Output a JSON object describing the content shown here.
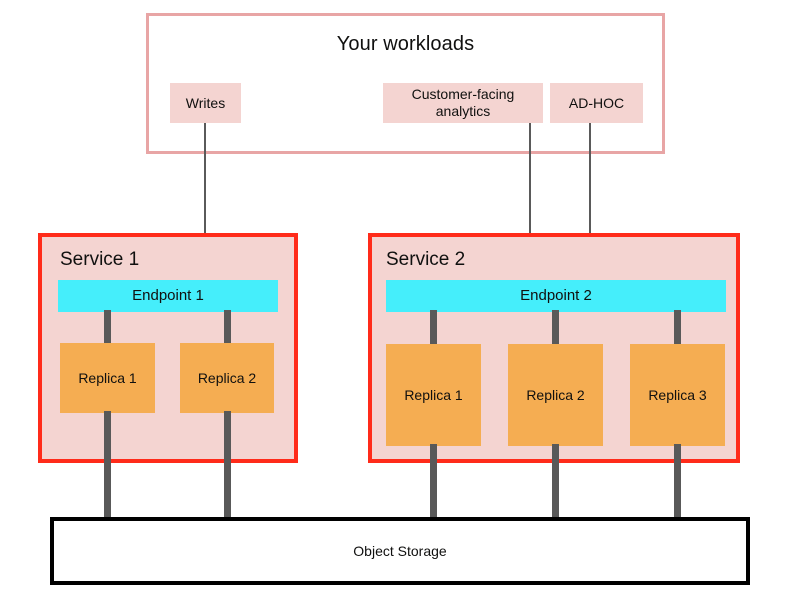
{
  "diagram": {
    "title": "Your workloads",
    "colors": {
      "workloads_border": "#e8a5a5",
      "workload_box_fill": "#f4d4d1",
      "service_border": "#ff2b1a",
      "service_fill": "#f4d4d1",
      "endpoint_fill": "#45eefb",
      "replica_fill": "#f5ad52",
      "connector": "#595959",
      "arrow": "#5a5a5a",
      "storage_border": "#000000",
      "storage_fill": "#ffffff"
    }
  },
  "workloads": {
    "title": "Your workloads",
    "items": [
      {
        "label": "Writes"
      },
      {
        "label": "Customer-facing analytics"
      },
      {
        "label": "AD-HOC"
      }
    ]
  },
  "services": [
    {
      "label": "Service 1",
      "endpoint": "Endpoint 1",
      "replicas": [
        {
          "label": "Replica 1"
        },
        {
          "label": "Replica 2"
        }
      ]
    },
    {
      "label": "Service 2",
      "endpoint": "Endpoint 2",
      "replicas": [
        {
          "label": "Replica 1"
        },
        {
          "label": "Replica 2"
        },
        {
          "label": "Replica 3"
        }
      ]
    }
  ],
  "storage": {
    "label": "Object Storage"
  }
}
